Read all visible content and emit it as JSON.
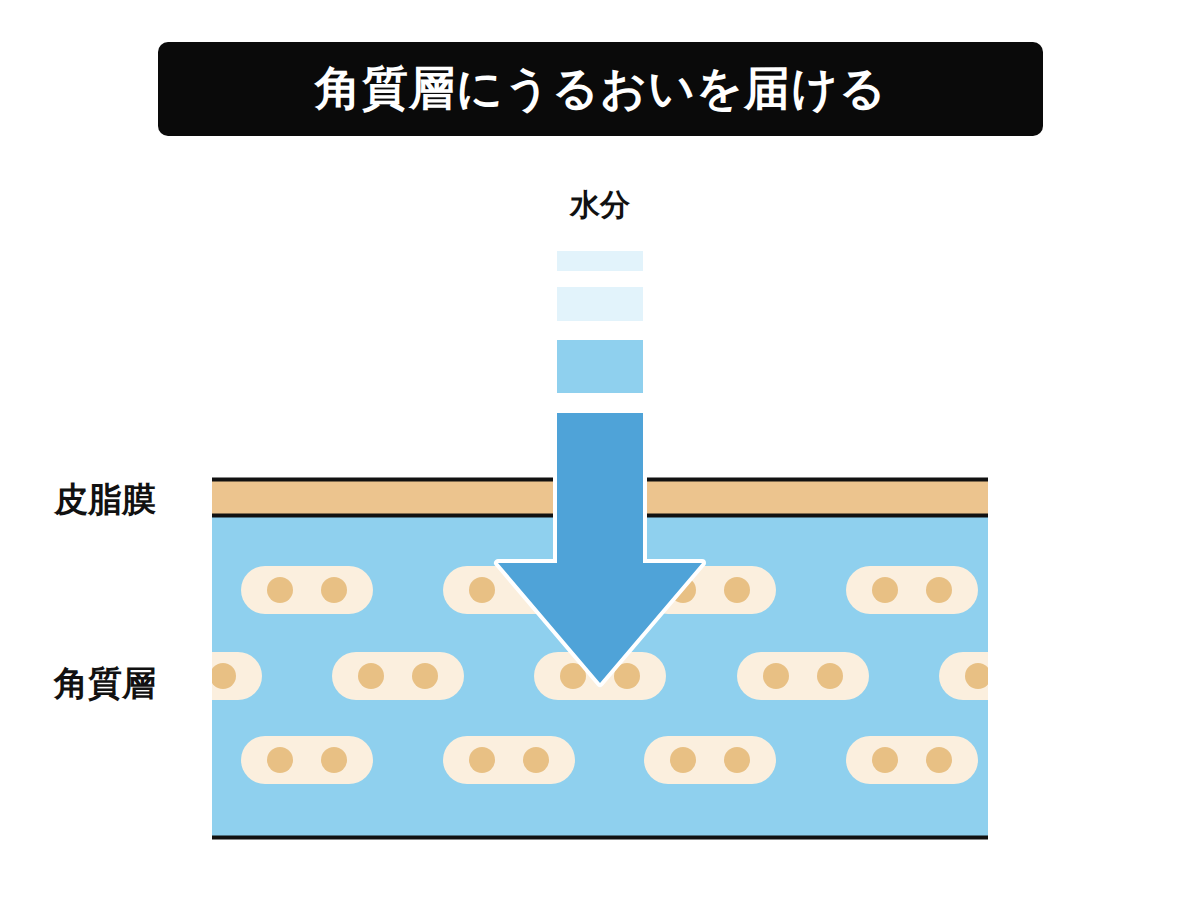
{
  "diagram": {
    "title": "角質層にうるおいを届ける",
    "labels": [
      "水分",
      "皮脂膜",
      "角質層"
    ]
  }
}
